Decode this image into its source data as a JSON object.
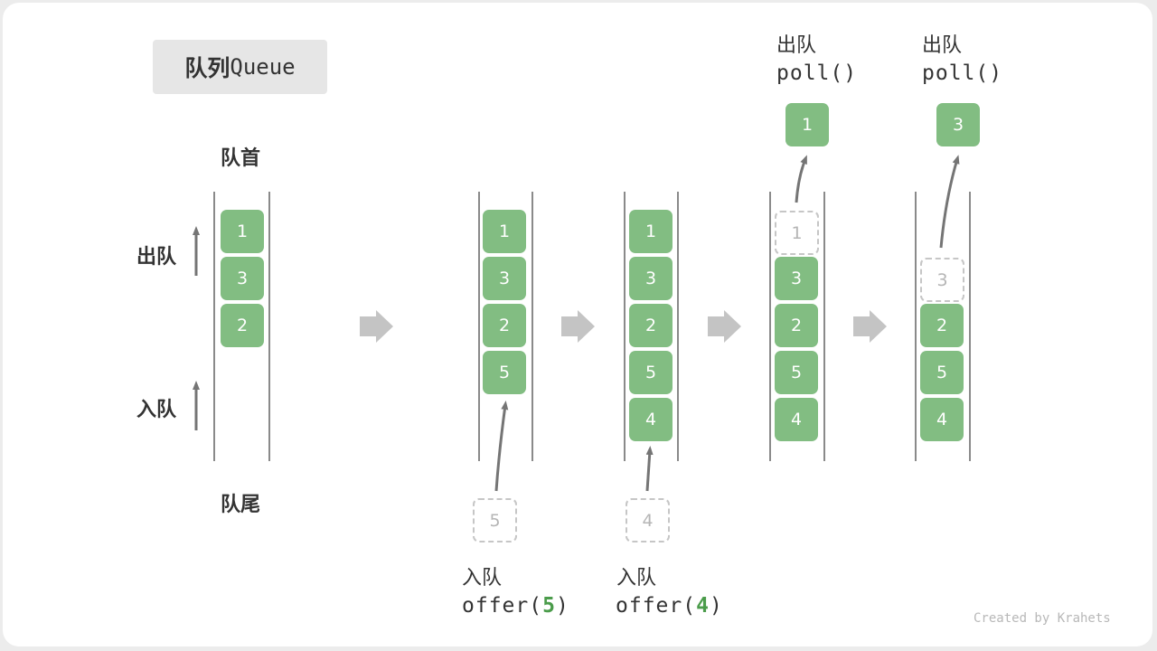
{
  "title": {
    "zh": "队列",
    "en": "Queue"
  },
  "labels": {
    "head": "队首",
    "tail": "队尾",
    "dequeue": "出队",
    "enqueue": "入队"
  },
  "columns": [
    {
      "items": [
        "1",
        "3",
        "2"
      ]
    },
    {
      "items": [
        "1",
        "3",
        "2",
        "5"
      ],
      "op_label": "入队",
      "op_code_prefix": "offer(",
      "op_arg": "5",
      "op_code_suffix": ")",
      "ghost": "5"
    },
    {
      "items": [
        "1",
        "3",
        "2",
        "5",
        "4"
      ],
      "op_label": "入队",
      "op_code_prefix": "offer(",
      "op_arg": "4",
      "op_code_suffix": ")",
      "ghost": "4"
    },
    {
      "items": [
        "3",
        "2",
        "5",
        "4"
      ],
      "op_label": "出队",
      "op_code": "poll()",
      "ghost": "1",
      "popped": "1"
    },
    {
      "items": [
        "2",
        "5",
        "4"
      ],
      "op_label": "出队",
      "op_code": "poll()",
      "ghost": "3",
      "popped": "3"
    }
  ],
  "colors": {
    "node": "#82bd82",
    "arrow": "#757575",
    "big_arrow": "#c4c4c4"
  },
  "credit": "Created by Krahets"
}
